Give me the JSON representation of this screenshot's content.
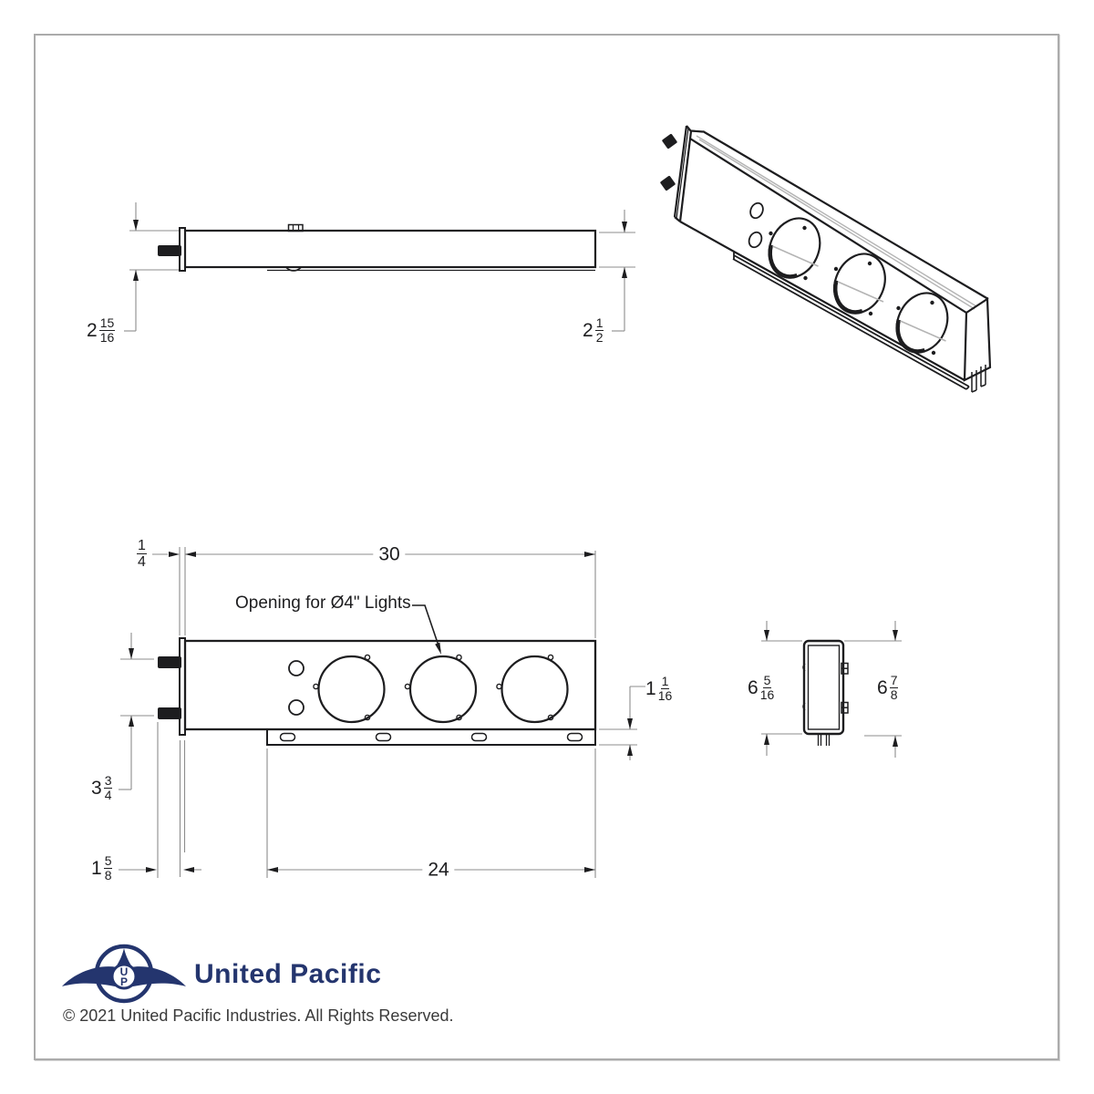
{
  "annotations": {
    "opening_note": "Opening for Ø4\" Lights"
  },
  "dimensions": {
    "side_height_overall": {
      "whole": "2",
      "num": "15",
      "den": "16"
    },
    "side_height_bar": {
      "whole": "2",
      "num": "1",
      "den": "2"
    },
    "plate_thickness": {
      "num": "1",
      "den": "4"
    },
    "bar_length": "30",
    "flange_drop": {
      "whole": "1",
      "num": "1",
      "den": "16"
    },
    "stud_spacing": {
      "whole": "3",
      "num": "3",
      "den": "4"
    },
    "stud_length": {
      "whole": "1",
      "num": "5",
      "den": "8"
    },
    "flange_length": "24",
    "end_height_front": {
      "whole": "6",
      "num": "5",
      "den": "16"
    },
    "end_height_overall": {
      "whole": "6",
      "num": "7",
      "den": "8"
    }
  },
  "footer": {
    "brand": "United Pacific",
    "monogram_top": "U",
    "monogram_bottom": "P",
    "copyright": "© 2021 United Pacific Industries. All Rights Reserved."
  },
  "colors": {
    "line": "#1d1d1f",
    "dim_line": "#8c8c8c",
    "reflection_gray": "#b4b4b4",
    "brand_navy": "#24356e",
    "border_gray": "#ababab"
  }
}
